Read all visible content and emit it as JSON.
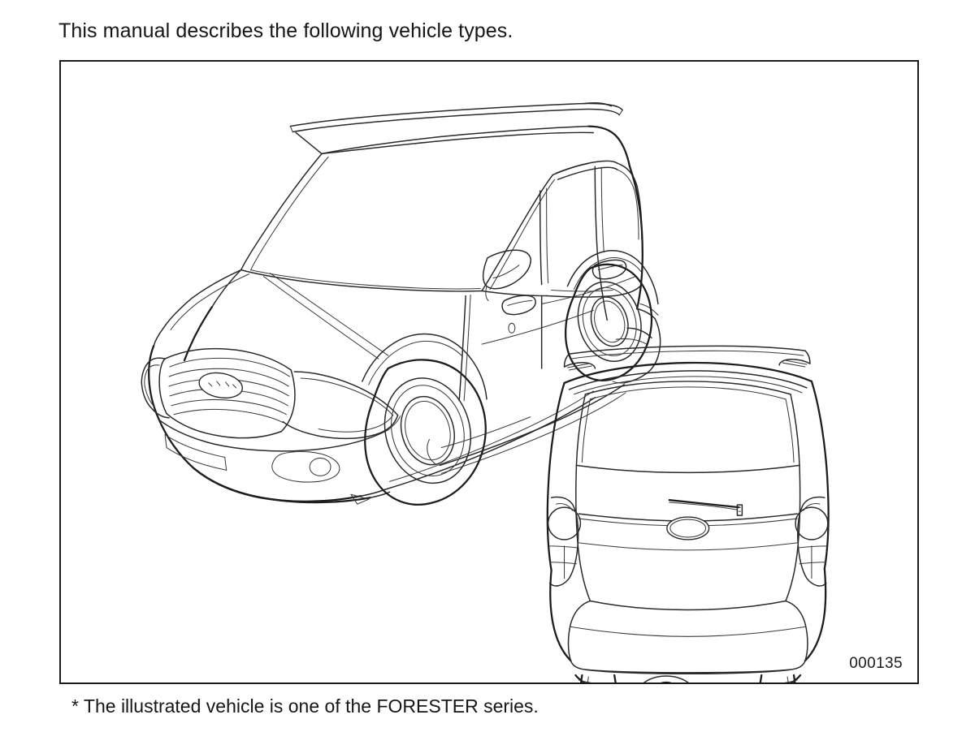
{
  "page": {
    "heading": "This manual describes the following vehicle types.",
    "footnote": "* The illustrated vehicle is one of the FORESTER series."
  },
  "figure": {
    "id_label": "000135",
    "caption_alt": "Line drawing of a FORESTER series vehicle shown in front three-quarter view and rear view",
    "views": [
      {
        "name": "front-three-quarter-view",
        "description": "Subaru Forester shown from the front left three-quarter angle",
        "features": [
          "roof-rails",
          "windshield",
          "front-grille",
          "subaru-oval-badge",
          "headlamps",
          "fog-lamps",
          "front-bumper",
          "side-mirror",
          "front-door-handle",
          "rear-door-handle",
          "door-keyhole",
          "front-wheel",
          "rear-wheel",
          "rocker-panel",
          "rear-quarter-window"
        ]
      },
      {
        "name": "rear-view",
        "description": "Subaru Forester shown from directly behind",
        "features": [
          "roof-rails",
          "roof-rail-brackets",
          "rear-window",
          "rear-wiper",
          "subaru-oval-badge",
          "tailgate",
          "left-tail-lamp",
          "right-tail-lamp",
          "rear-bumper",
          "exhaust-tip",
          "rear-tires"
        ]
      }
    ]
  },
  "colors": {
    "background": "#ffffff",
    "text": "#161616",
    "frame_border": "#1b1b1b",
    "line_art": "#2a2a2a",
    "line_art_light": "#3c3c3c"
  }
}
